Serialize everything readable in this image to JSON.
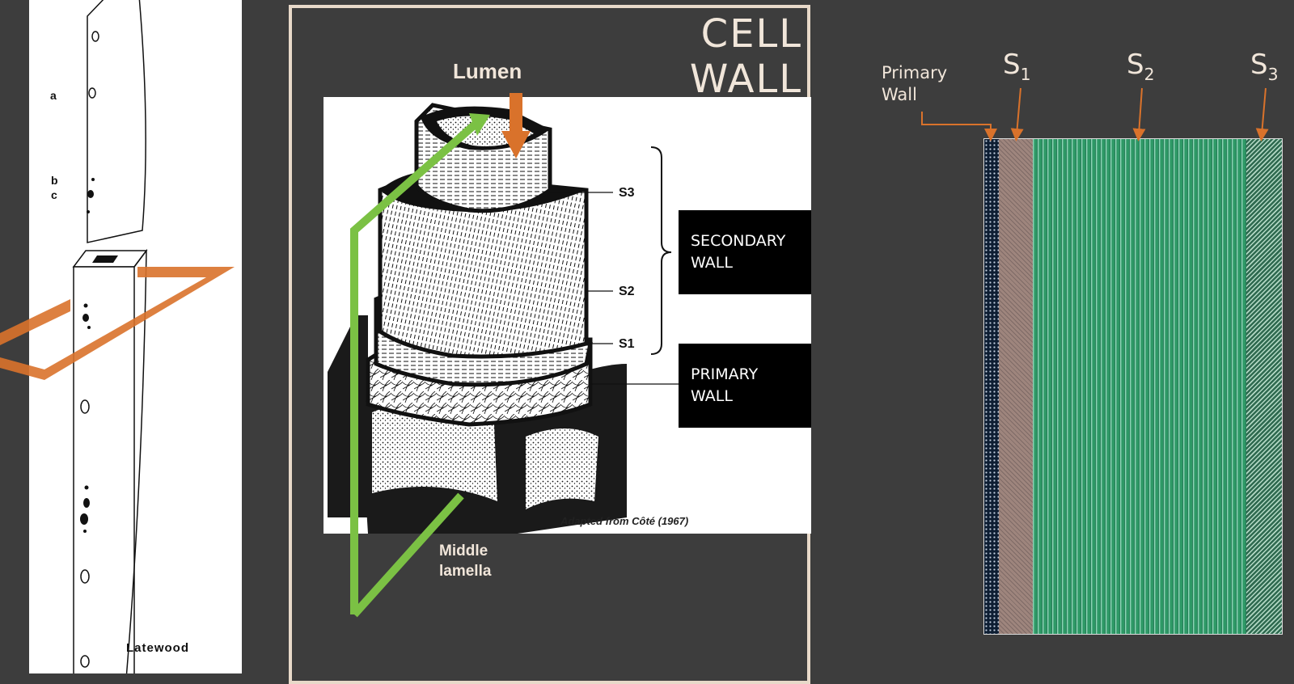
{
  "title": "CELL WALL",
  "left_panel": {
    "labels": [
      "a",
      "b",
      "c",
      "Latewood"
    ]
  },
  "figure": {
    "lumen_label": "Lumen",
    "s3_label": "S3",
    "s2_label": "S2",
    "s1_label": "S1",
    "secondary_wall_line1": "SECONDARY",
    "secondary_wall_line2": "WALL",
    "primary_wall_line1": "PRIMARY",
    "primary_wall_line2": "WALL",
    "credit": "Adapted from Côté (1967)",
    "middle_lamella_line1": "Middle",
    "middle_lamella_line2": "lamella"
  },
  "layer_diagram": {
    "primary_wall_line1": "Primary",
    "primary_wall_line2": "Wall",
    "s1_main": "S",
    "s1_sub": "1",
    "s2_main": "S",
    "s2_sub": "2",
    "s3_main": "S",
    "s3_sub": "3"
  },
  "colors": {
    "background": "#3d3d3d",
    "accent_orange": "#d9722b",
    "accent_green": "#7bc144",
    "frame_beige": "#e8d9c9",
    "layer_s2_green": "#2e9966"
  }
}
